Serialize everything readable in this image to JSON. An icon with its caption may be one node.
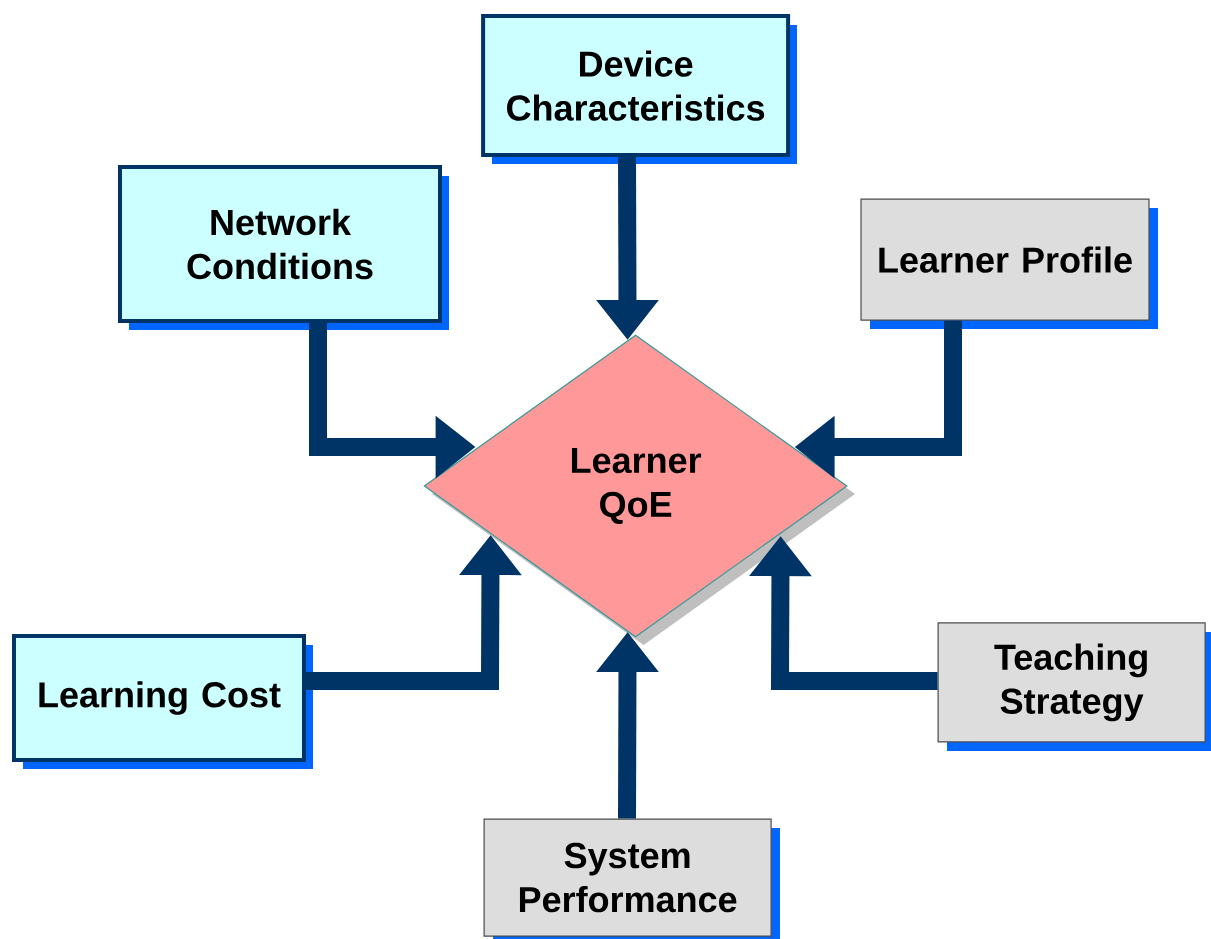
{
  "diagram": {
    "nodes": [
      {
        "text": [
          "Network Conditions"
        ]
      },
      {
        "text": [
          "Device Characteristics"
        ]
      },
      {
        "text": [
          "Learner Profile"
        ]
      },
      {
        "text": [
          "Learner QoE"
        ]
      },
      {
        "text": [
          "Learning Cost"
        ]
      },
      {
        "text": [
          "Teaching Strategy"
        ]
      },
      {
        "text": [
          "System Performance"
        ]
      }
    ],
    "edges": [
      {
        "from": 0,
        "to": 3,
        "arrow": "to"
      },
      {
        "from": 1,
        "to": 3,
        "arrow": "to"
      },
      {
        "from": 2,
        "to": 3,
        "arrow": "to"
      },
      {
        "from": 4,
        "to": 3,
        "arrow": "to"
      },
      {
        "from": 5,
        "to": 3,
        "arrow": "to"
      },
      {
        "from": 6,
        "to": 3,
        "arrow": "to"
      }
    ]
  }
}
